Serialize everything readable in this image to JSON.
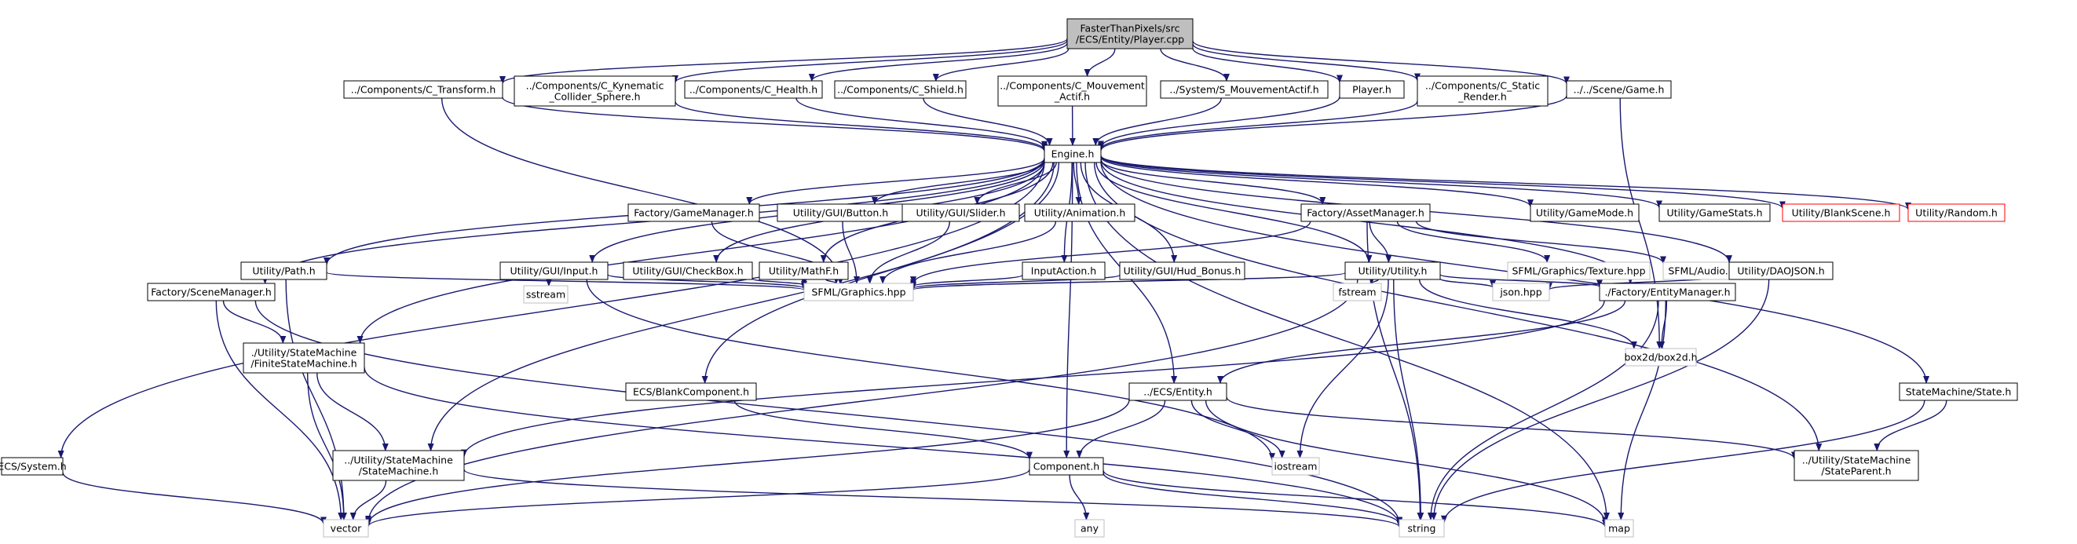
{
  "graph": {
    "colors": {
      "edge": "#191970",
      "node_border": "#000000",
      "node_border_missing": "#bfbfbf",
      "node_border_error": "#ff0000",
      "root_fill": "#bfbfbf",
      "node_fill": "#ffffff",
      "text": "#000000"
    },
    "nodes": [
      {
        "id": "player_cpp",
        "lines": [
          "FasterThanPixels/src",
          "/ECS/Entity/Player.cpp"
        ],
        "kind": "root"
      },
      {
        "id": "c_transform",
        "lines": [
          "../Components/C_Transform.h"
        ],
        "kind": "normal"
      },
      {
        "id": "c_kynematic",
        "lines": [
          "../Components/C_Kynematic",
          "_Collider_Sphere.h"
        ],
        "kind": "normal"
      },
      {
        "id": "c_health",
        "lines": [
          "../Components/C_Health.h"
        ],
        "kind": "normal"
      },
      {
        "id": "c_shield",
        "lines": [
          "../Components/C_Shield.h"
        ],
        "kind": "normal"
      },
      {
        "id": "c_mouvement",
        "lines": [
          "../Components/C_Mouvement",
          "_Actif.h"
        ],
        "kind": "normal"
      },
      {
        "id": "s_mouvement",
        "lines": [
          "../System/S_MouvementActif.h"
        ],
        "kind": "normal"
      },
      {
        "id": "player_h",
        "lines": [
          "Player.h"
        ],
        "kind": "normal"
      },
      {
        "id": "c_static",
        "lines": [
          "../Components/C_Static",
          "_Render.h"
        ],
        "kind": "normal"
      },
      {
        "id": "game_h",
        "lines": [
          "../../Scene/Game.h"
        ],
        "kind": "normal"
      },
      {
        "id": "engine_h",
        "lines": [
          "Engine.h"
        ],
        "kind": "normal"
      },
      {
        "id": "factory_gm",
        "lines": [
          "Factory/GameManager.h"
        ],
        "kind": "normal"
      },
      {
        "id": "gui_button",
        "lines": [
          "Utility/GUI/Button.h"
        ],
        "kind": "normal"
      },
      {
        "id": "gui_slider",
        "lines": [
          "Utility/GUI/Slider.h"
        ],
        "kind": "normal"
      },
      {
        "id": "animation_h",
        "lines": [
          "Utility/Animation.h"
        ],
        "kind": "normal"
      },
      {
        "id": "factory_am",
        "lines": [
          "Factory/AssetManager.h"
        ],
        "kind": "normal"
      },
      {
        "id": "gamemode_h",
        "lines": [
          "Utility/GameMode.h"
        ],
        "kind": "normal"
      },
      {
        "id": "gamestats_h",
        "lines": [
          "Utility/GameStats.h"
        ],
        "kind": "normal"
      },
      {
        "id": "blankscene_h",
        "lines": [
          "Utility/BlankScene.h"
        ],
        "kind": "error"
      },
      {
        "id": "random_h",
        "lines": [
          "Utility/Random.h"
        ],
        "kind": "error"
      },
      {
        "id": "path_h",
        "lines": [
          "Utility/Path.h"
        ],
        "kind": "normal"
      },
      {
        "id": "gui_input",
        "lines": [
          "Utility/GUI/Input.h"
        ],
        "kind": "normal"
      },
      {
        "id": "gui_checkbox",
        "lines": [
          "Utility/GUI/CheckBox.h"
        ],
        "kind": "normal"
      },
      {
        "id": "mathf_h",
        "lines": [
          "Utility/MathF.h"
        ],
        "kind": "normal"
      },
      {
        "id": "inputaction_h",
        "lines": [
          "InputAction.h"
        ],
        "kind": "normal"
      },
      {
        "id": "hud_bonus",
        "lines": [
          "Utility/GUI/Hud_Bonus.h"
        ],
        "kind": "normal"
      },
      {
        "id": "utility_h",
        "lines": [
          "Utility/Utility.h"
        ],
        "kind": "normal"
      },
      {
        "id": "sfml_texture",
        "lines": [
          "SFML/Graphics/Texture.hpp"
        ],
        "kind": "missing"
      },
      {
        "id": "sfml_audio",
        "lines": [
          "SFML/Audio.hpp"
        ],
        "kind": "missing"
      },
      {
        "id": "daojson_h",
        "lines": [
          "Utility/DAOJSON.h"
        ],
        "kind": "normal"
      },
      {
        "id": "sstream",
        "lines": [
          "sstream"
        ],
        "kind": "missing"
      },
      {
        "id": "sfml_graphics",
        "lines": [
          "SFML/Graphics.hpp"
        ],
        "kind": "missing"
      },
      {
        "id": "fstream",
        "lines": [
          "fstream"
        ],
        "kind": "missing"
      },
      {
        "id": "json_hpp",
        "lines": [
          "json.hpp"
        ],
        "kind": "missing"
      },
      {
        "id": "entitymanager_h",
        "lines": [
          "./Factory/EntityManager.h"
        ],
        "kind": "normal"
      },
      {
        "id": "factory_sm",
        "lines": [
          "Factory/SceneManager.h"
        ],
        "kind": "normal"
      },
      {
        "id": "fsm_h",
        "lines": [
          "./Utility/StateMachine",
          "/FiniteStateMachine.h"
        ],
        "kind": "normal"
      },
      {
        "id": "box2d_h",
        "lines": [
          "box2d/box2d.h"
        ],
        "kind": "missing"
      },
      {
        "id": "blankcomponent_h",
        "lines": [
          "ECS/BlankComponent.h"
        ],
        "kind": "normal"
      },
      {
        "id": "entity_h",
        "lines": [
          "../ECS/Entity.h"
        ],
        "kind": "normal"
      },
      {
        "id": "state_h",
        "lines": [
          "StateMachine/State.h"
        ],
        "kind": "normal"
      },
      {
        "id": "system_h",
        "lines": [
          "ECS/System.h"
        ],
        "kind": "normal"
      },
      {
        "id": "statemachine_h",
        "lines": [
          "../Utility/StateMachine",
          "/StateMachine.h"
        ],
        "kind": "normal"
      },
      {
        "id": "component_h",
        "lines": [
          "Component.h"
        ],
        "kind": "normal"
      },
      {
        "id": "iostream",
        "lines": [
          "iostream"
        ],
        "kind": "missing"
      },
      {
        "id": "stateparent_h",
        "lines": [
          "../Utility/StateMachine",
          "/StateParent.h"
        ],
        "kind": "normal"
      },
      {
        "id": "vector",
        "lines": [
          "vector"
        ],
        "kind": "missing"
      },
      {
        "id": "any",
        "lines": [
          "any"
        ],
        "kind": "missing"
      },
      {
        "id": "string",
        "lines": [
          "string"
        ],
        "kind": "missing"
      },
      {
        "id": "map",
        "lines": [
          "map"
        ],
        "kind": "missing"
      }
    ],
    "edges": [
      [
        "player_cpp",
        "c_transform"
      ],
      [
        "player_cpp",
        "c_kynematic"
      ],
      [
        "player_cpp",
        "c_health"
      ],
      [
        "player_cpp",
        "c_shield"
      ],
      [
        "player_cpp",
        "c_mouvement"
      ],
      [
        "player_cpp",
        "s_mouvement"
      ],
      [
        "player_cpp",
        "player_h"
      ],
      [
        "player_cpp",
        "c_static"
      ],
      [
        "player_cpp",
        "game_h"
      ],
      [
        "c_transform",
        "engine_h"
      ],
      [
        "c_kynematic",
        "engine_h"
      ],
      [
        "c_health",
        "engine_h"
      ],
      [
        "c_shield",
        "engine_h"
      ],
      [
        "c_mouvement",
        "engine_h"
      ],
      [
        "s_mouvement",
        "engine_h"
      ],
      [
        "player_h",
        "engine_h"
      ],
      [
        "c_static",
        "engine_h"
      ],
      [
        "game_h",
        "engine_h"
      ],
      [
        "c_transform",
        "sfml_graphics"
      ],
      [
        "game_h",
        "box2d_h"
      ],
      [
        "engine_h",
        "factory_gm"
      ],
      [
        "engine_h",
        "gui_button"
      ],
      [
        "engine_h",
        "gui_slider"
      ],
      [
        "engine_h",
        "animation_h"
      ],
      [
        "engine_h",
        "factory_am"
      ],
      [
        "engine_h",
        "gamemode_h"
      ],
      [
        "engine_h",
        "gamestats_h"
      ],
      [
        "engine_h",
        "blankscene_h"
      ],
      [
        "engine_h",
        "random_h"
      ],
      [
        "engine_h",
        "path_h"
      ],
      [
        "engine_h",
        "gui_input"
      ],
      [
        "engine_h",
        "gui_checkbox"
      ],
      [
        "engine_h",
        "mathf_h"
      ],
      [
        "engine_h",
        "inputaction_h"
      ],
      [
        "engine_h",
        "hud_bonus"
      ],
      [
        "engine_h",
        "utility_h"
      ],
      [
        "engine_h",
        "daojson_h"
      ],
      [
        "engine_h",
        "factory_sm"
      ],
      [
        "engine_h",
        "fsm_h"
      ],
      [
        "engine_h",
        "system_h"
      ],
      [
        "engine_h",
        "statemachine_h"
      ],
      [
        "engine_h",
        "blankcomponent_h"
      ],
      [
        "engine_h",
        "component_h"
      ],
      [
        "engine_h",
        "entity_h"
      ],
      [
        "engine_h",
        "state_h"
      ],
      [
        "engine_h",
        "entitymanager_h"
      ],
      [
        "engine_h",
        "stateparent_h"
      ],
      [
        "engine_h",
        "map"
      ],
      [
        "factory_gm",
        "sfml_graphics"
      ],
      [
        "gui_button",
        "sfml_graphics"
      ],
      [
        "gui_slider",
        "sfml_graphics"
      ],
      [
        "animation_h",
        "sfml_graphics"
      ],
      [
        "factory_am",
        "sfml_graphics"
      ],
      [
        "factory_am",
        "utility_h"
      ],
      [
        "factory_am",
        "sfml_texture"
      ],
      [
        "factory_am",
        "sfml_audio"
      ],
      [
        "factory_am",
        "string"
      ],
      [
        "path_h",
        "sfml_graphics"
      ],
      [
        "path_h",
        "vector"
      ],
      [
        "gui_input",
        "sfml_graphics"
      ],
      [
        "gui_input",
        "sstream"
      ],
      [
        "gui_input",
        "iostream"
      ],
      [
        "gui_checkbox",
        "sfml_graphics"
      ],
      [
        "mathf_h",
        "sfml_graphics"
      ],
      [
        "inputaction_h",
        "sfml_graphics"
      ],
      [
        "hud_bonus",
        "sfml_graphics"
      ],
      [
        "utility_h",
        "sfml_graphics"
      ],
      [
        "utility_h",
        "fstream"
      ],
      [
        "utility_h",
        "json_hpp"
      ],
      [
        "utility_h",
        "entitymanager_h"
      ],
      [
        "utility_h",
        "box2d_h"
      ],
      [
        "utility_h",
        "iostream"
      ],
      [
        "utility_h",
        "string"
      ],
      [
        "utility_h",
        "vector"
      ],
      [
        "daojson_h",
        "json_hpp"
      ],
      [
        "daojson_h",
        "string"
      ],
      [
        "entitymanager_h",
        "entity_h"
      ],
      [
        "entitymanager_h",
        "box2d_h"
      ],
      [
        "entitymanager_h",
        "string"
      ],
      [
        "entitymanager_h",
        "map"
      ],
      [
        "entitymanager_h",
        "statemachine_h"
      ],
      [
        "factory_sm",
        "fsm_h"
      ],
      [
        "factory_sm",
        "vector"
      ],
      [
        "factory_sm",
        "string"
      ],
      [
        "fsm_h",
        "statemachine_h"
      ],
      [
        "fsm_h",
        "vector"
      ],
      [
        "fsm_h",
        "string"
      ],
      [
        "blankcomponent_h",
        "component_h"
      ],
      [
        "entity_h",
        "component_h"
      ],
      [
        "entity_h",
        "iostream"
      ],
      [
        "entity_h",
        "stateparent_h"
      ],
      [
        "entity_h",
        "vector"
      ],
      [
        "entity_h",
        "map"
      ],
      [
        "state_h",
        "stateparent_h"
      ],
      [
        "state_h",
        "string"
      ],
      [
        "system_h",
        "vector"
      ],
      [
        "statemachine_h",
        "vector"
      ],
      [
        "statemachine_h",
        "string"
      ],
      [
        "component_h",
        "vector"
      ],
      [
        "component_h",
        "any"
      ],
      [
        "component_h",
        "string"
      ],
      [
        "component_h",
        "map"
      ]
    ]
  }
}
